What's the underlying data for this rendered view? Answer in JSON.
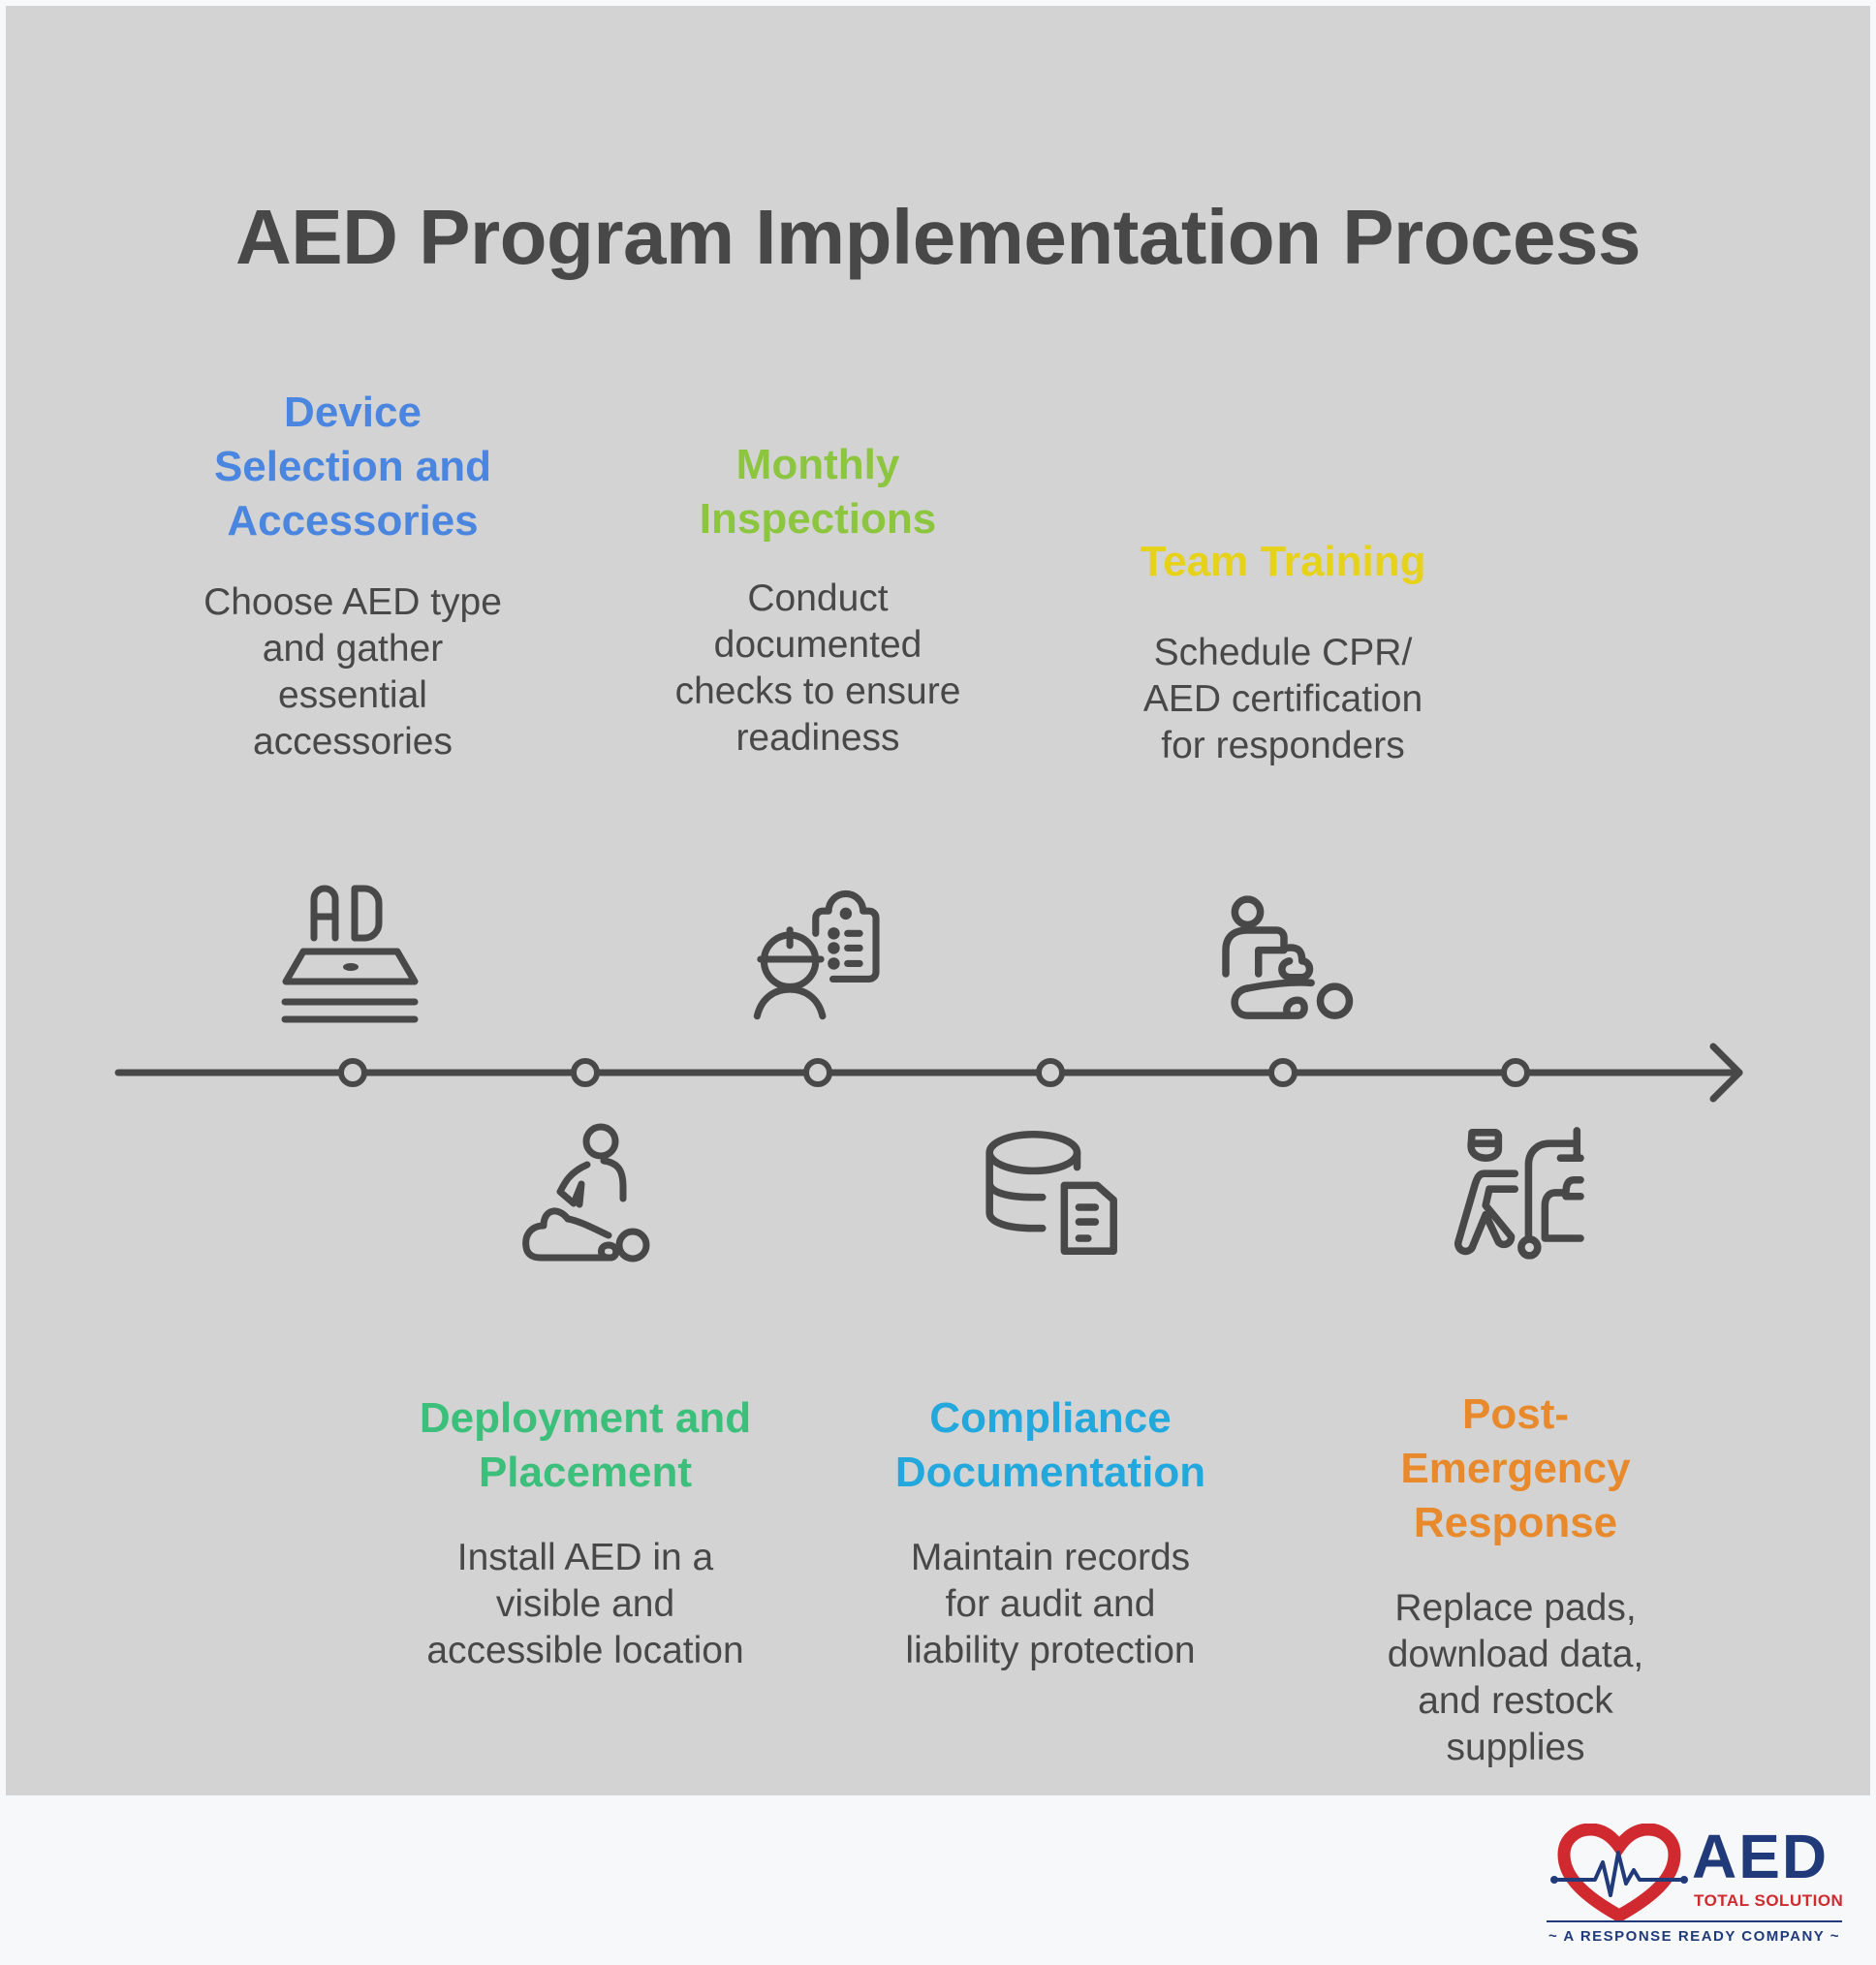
{
  "title": "AED Program Implementation Process",
  "colors": {
    "background": "#d3d3d3",
    "text": "#484848",
    "line": "#484848"
  },
  "steps": [
    {
      "heading": "Device\nSelection and\nAccessories",
      "description": "Choose AED type\nand gather\nessential\naccessories",
      "color": "#4a86e0",
      "icon": "aed-device-icon",
      "position": "above"
    },
    {
      "heading": "Deployment and\nPlacement",
      "description": "Install AED in a\nvisible and\naccessible location",
      "color": "#3cbf7a",
      "icon": "cpr-kneeling-icon",
      "position": "below"
    },
    {
      "heading": "Monthly\nInspections",
      "description": "Conduct\ndocumented\nchecks to ensure\nreadiness",
      "color": "#8cc63f",
      "icon": "inspector-clipboard-icon",
      "position": "above"
    },
    {
      "heading": "Compliance\nDocumentation",
      "description": "Maintain records\nfor audit and\nliability protection",
      "color": "#22a8dc",
      "icon": "database-document-icon",
      "position": "below"
    },
    {
      "heading": "Team Training",
      "description": "Schedule CPR/\nAED certification\nfor responders",
      "color": "#e6d21a",
      "icon": "cpr-training-icon",
      "position": "above"
    },
    {
      "heading": "Post-\nEmergency\nResponse",
      "description": "Replace pads,\ndownload data,\nand restock\nsupplies",
      "color": "#e8892c",
      "icon": "restock-cart-icon",
      "position": "below"
    }
  ],
  "logo": {
    "name": "AED",
    "subtitle": "TOTAL SOLUTION",
    "tagline": "~ A RESPONSE READY COMPANY ~",
    "primary_color": "#213a7a",
    "accent_color": "#d02a30"
  }
}
